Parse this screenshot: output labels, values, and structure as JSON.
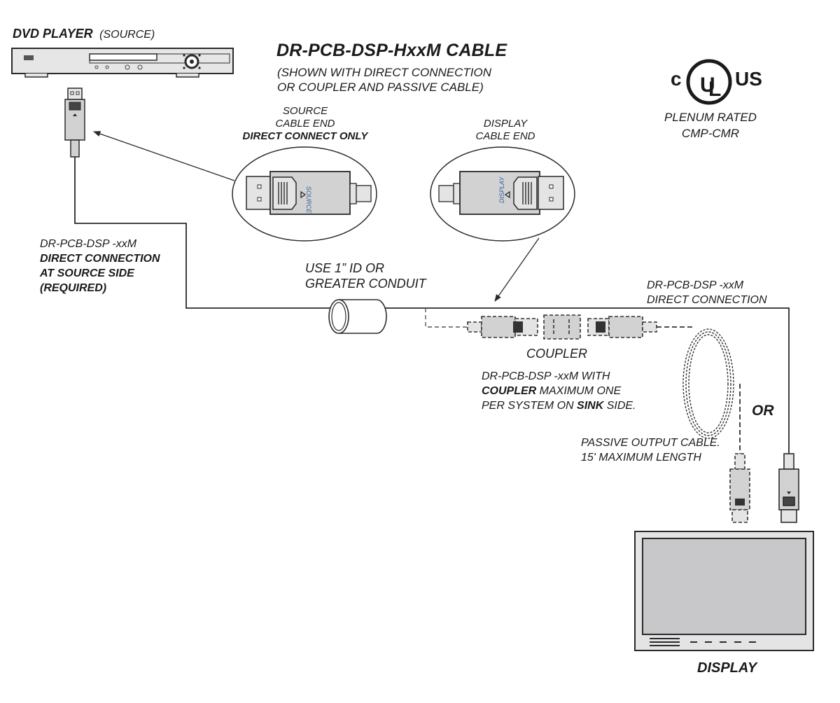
{
  "title": {
    "main": "DR-PCB-DSP-HxxM CABLE",
    "sub_line1": "(SHOWN WITH DIRECT CONNECTION",
    "sub_line2": "OR COUPLER AND PASSIVE CABLE)"
  },
  "source_device": {
    "name": "DVD PLAYER",
    "role": "(SOURCE)"
  },
  "certification": {
    "mark_left": "c",
    "mark_center": "UL",
    "mark_right": "US",
    "line1": "PLENUM RATED",
    "line2": "CMP-CMR"
  },
  "callouts": {
    "source_end": {
      "line1": "SOURCE",
      "line2": "CABLE END",
      "line3": "DIRECT CONNECT ONLY",
      "connector_label": "SOURCE"
    },
    "display_end": {
      "line1": "DISPLAY",
      "line2": "CABLE END",
      "connector_label": "DISPLAY"
    }
  },
  "source_side_note": {
    "line1": "DR-PCB-DSP -xxM",
    "line2": "DIRECT CONNECTION",
    "line3": "AT SOURCE SIDE",
    "line4": "(REQUIRED)"
  },
  "conduit_note": {
    "line1": "USE 1” ID OR",
    "line2": "GREATER CONDUIT"
  },
  "direct_connection_note": {
    "line1": "DR-PCB-DSP -xxM",
    "line2": "DIRECT CONNECTION"
  },
  "coupler": {
    "label": "COUPLER",
    "note_line1": "DR-PCB-DSP -xxM  WITH",
    "note_line2_bold": "COUPLER",
    "note_line2_rest": " MAXIMUM ONE",
    "note_line3_pre": "PER SYSTEM ON ",
    "note_line3_bold": "SINK",
    "note_line3_post": " SIDE."
  },
  "or_label": "OR",
  "passive_cable": {
    "line1": "PASSIVE OUTPUT CABLE.",
    "line2": "15' MAXIMUM LENGTH"
  },
  "display_device": {
    "name": "DISPLAY"
  },
  "colors": {
    "line": "#2a2a2a",
    "fill_light": "#e4e4e4",
    "fill_mid": "#cfcfcf",
    "screen": "#c8c8ca",
    "connector_text": "#3a5fa0"
  }
}
